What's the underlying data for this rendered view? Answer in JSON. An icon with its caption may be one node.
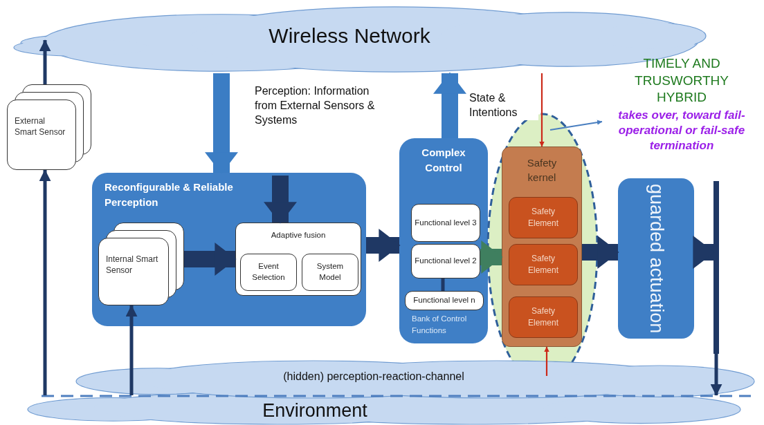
{
  "diagram": {
    "nodes": [
      {
        "text": [
          "Wireless Network"
        ]
      },
      {
        "text": [
          "External Smart Sensor"
        ]
      },
      {
        "text": [
          "Reconfigurable & Reliable Perception"
        ]
      },
      {
        "text": [
          "Internal Smart Sensor"
        ],
        "in": 2
      },
      {
        "text": [
          "Adaptive fusion"
        ],
        "in": 2
      },
      {
        "text": [
          "Event Selection"
        ],
        "in": 4
      },
      {
        "text": [
          "System Model"
        ],
        "in": 4
      },
      {
        "text": [
          "Complex Control",
          "Bank of Control Functions"
        ]
      },
      {
        "text": [
          "Functional level 3"
        ],
        "in": 7
      },
      {
        "text": [
          "Functional level 2"
        ],
        "in": 7
      },
      {
        "text": [
          "Functional level n"
        ],
        "in": 7
      },
      {
        "text": [],
        "shape": "ellipse"
      },
      {
        "text": [
          "Safety kernel"
        ],
        "in": 11
      },
      {
        "text": [
          "Safety Element"
        ],
        "in": 12
      },
      {
        "text": [
          "Safety Element"
        ],
        "in": 12
      },
      {
        "text": [
          "Safety Element"
        ],
        "in": 12
      },
      {
        "text": [
          "TIMELY AND TRUSWORTHY HYBRID",
          "takes over, toward fail-operational or fail-safe termination"
        ]
      },
      {
        "text": [
          "guarded actuation"
        ]
      },
      {
        "text": [],
        "shape": "bar"
      },
      {
        "text": [
          "(hidden) perception-reaction-channel"
        ]
      },
      {
        "text": [
          "Environment"
        ]
      }
    ],
    "edges": [
      {
        "from": 1,
        "to": 0,
        "arrow": "to"
      },
      {
        "from": 20,
        "to": 1,
        "arrow": "to"
      },
      {
        "from": 19,
        "to": 3,
        "arrow": "to"
      },
      {
        "from": 0,
        "to": 2,
        "arrow": "to",
        "style": "thick",
        "color": "#3b7dc4",
        "label": "Perception: Information from External Sensors & Systems"
      },
      {
        "from": null,
        "to": 4,
        "arrow": "to",
        "style": "thick"
      },
      {
        "from": 3,
        "to": 4,
        "arrow": "to",
        "style": "thick"
      },
      {
        "from": 2,
        "to": 7,
        "arrow": "to",
        "style": "thick"
      },
      {
        "from": 7,
        "to": 0,
        "arrow": "to",
        "style": "thick",
        "color": "#3b7dc4",
        "label": "State & Intentions"
      },
      {
        "from": 9,
        "to": 12,
        "arrow": "to",
        "style": "thick",
        "color": "#3f7f5f"
      },
      {
        "from": 12,
        "to": 17,
        "arrow": "to",
        "style": "thick"
      },
      {
        "from": 17,
        "to": 18,
        "arrow": "to",
        "style": "thick"
      },
      {
        "from": 18,
        "to": 19,
        "arrow": "to"
      },
      {
        "from": 0,
        "to": 12,
        "arrow": "to",
        "color": "#cc2a1a"
      },
      {
        "from": 19,
        "to": 12,
        "arrow": "to",
        "color": "#cc2a1a"
      },
      {
        "from": 11,
        "to": 16,
        "arrow": "to",
        "color": "#4a7fc0"
      },
      {
        "from": 9,
        "to": 10,
        "arrow": "none"
      }
    ]
  }
}
